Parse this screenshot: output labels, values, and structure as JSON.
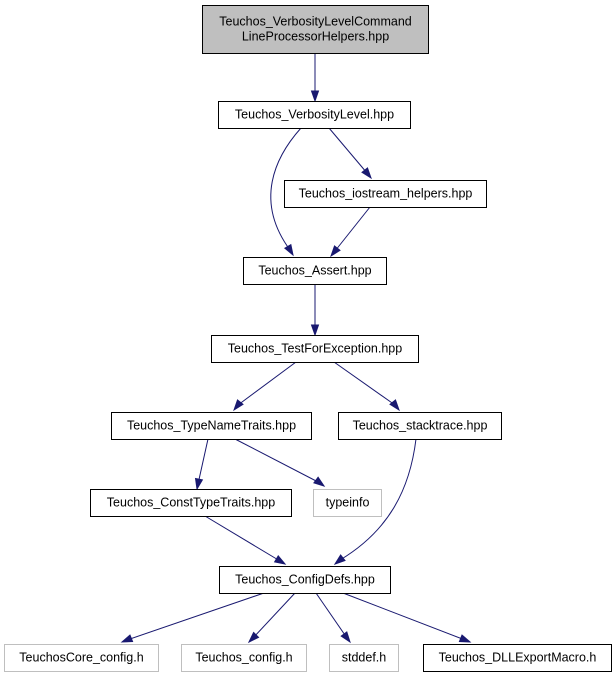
{
  "colors": {
    "edge": "#191970",
    "root_fill": "#bfbfbf",
    "node_stroke": "#000000",
    "external_stroke": "#bfbfbf",
    "text": "#000000"
  },
  "nodes": [
    {
      "id": "root",
      "lines": [
        "Teuchos_VerbosityLevelCommand",
        "LineProcessorHelpers.hpp"
      ],
      "kind": "root"
    },
    {
      "id": "verbosity",
      "lines": [
        "Teuchos_VerbosityLevel.hpp"
      ],
      "kind": "normal"
    },
    {
      "id": "iostream",
      "lines": [
        "Teuchos_iostream_helpers.hpp"
      ],
      "kind": "normal"
    },
    {
      "id": "assert",
      "lines": [
        "Teuchos_Assert.hpp"
      ],
      "kind": "normal"
    },
    {
      "id": "testforexc",
      "lines": [
        "Teuchos_TestForException.hpp"
      ],
      "kind": "normal"
    },
    {
      "id": "typename",
      "lines": [
        "Teuchos_TypeNameTraits.hpp"
      ],
      "kind": "normal"
    },
    {
      "id": "stacktrace",
      "lines": [
        "Teuchos_stacktrace.hpp"
      ],
      "kind": "normal"
    },
    {
      "id": "consttype",
      "lines": [
        "Teuchos_ConstTypeTraits.hpp"
      ],
      "kind": "normal"
    },
    {
      "id": "typeinfo",
      "lines": [
        "typeinfo"
      ],
      "kind": "external"
    },
    {
      "id": "configdefs",
      "lines": [
        "Teuchos_ConfigDefs.hpp"
      ],
      "kind": "normal"
    },
    {
      "id": "corecfg",
      "lines": [
        "TeuchosCore_config.h"
      ],
      "kind": "external"
    },
    {
      "id": "cfg",
      "lines": [
        "Teuchos_config.h"
      ],
      "kind": "external"
    },
    {
      "id": "stddef",
      "lines": [
        "stddef.h"
      ],
      "kind": "external"
    },
    {
      "id": "dllexport",
      "lines": [
        "Teuchos_DLLExportMacro.h"
      ],
      "kind": "normal"
    }
  ],
  "edges": [
    {
      "from": "root",
      "to": "verbosity"
    },
    {
      "from": "verbosity",
      "to": "iostream"
    },
    {
      "from": "verbosity",
      "to": "assert"
    },
    {
      "from": "iostream",
      "to": "assert"
    },
    {
      "from": "assert",
      "to": "testforexc"
    },
    {
      "from": "testforexc",
      "to": "typename"
    },
    {
      "from": "testforexc",
      "to": "stacktrace"
    },
    {
      "from": "typename",
      "to": "consttype"
    },
    {
      "from": "typename",
      "to": "typeinfo"
    },
    {
      "from": "consttype",
      "to": "configdefs"
    },
    {
      "from": "stacktrace",
      "to": "configdefs"
    },
    {
      "from": "configdefs",
      "to": "corecfg"
    },
    {
      "from": "configdefs",
      "to": "cfg"
    },
    {
      "from": "configdefs",
      "to": "stddef"
    },
    {
      "from": "configdefs",
      "to": "dllexport"
    }
  ]
}
